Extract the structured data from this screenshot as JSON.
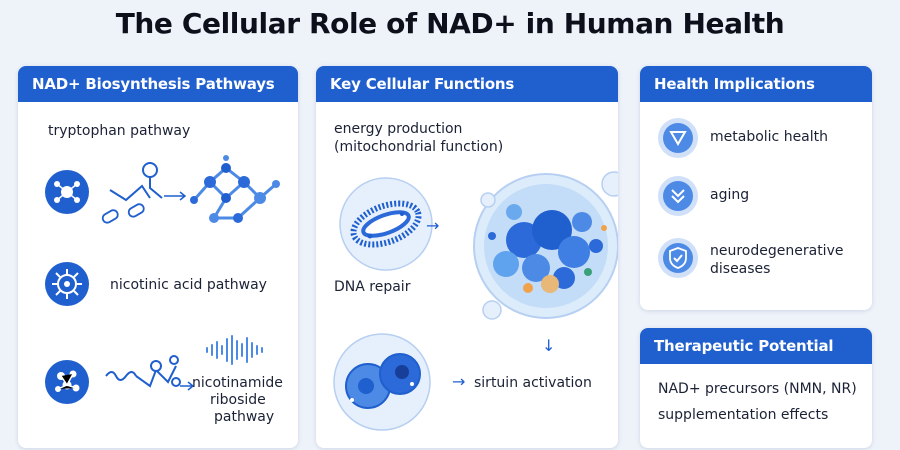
{
  "title": "The Cellular Role of NAD+ in Human Health",
  "biosynthesis": {
    "header": "NAD+ Biosynthesis Pathways",
    "tryptophan": "tryptophan pathway",
    "nicotinic": "nicotinic acid pathway",
    "nr_line1": "nicotinamide",
    "nr_line2": "riboside",
    "nr_line3": "pathway"
  },
  "functions": {
    "header": "Key Cellular Functions",
    "energy_line1": "energy production",
    "energy_line2": "(mitochondrial function)",
    "dna": "DNA repair",
    "sirtuin": "sirtuin activation",
    "arrow_right_1": "→",
    "arrow_right_2": "→",
    "arrow_down": "↓"
  },
  "health": {
    "header": "Health Implications",
    "items": [
      "metabolic health",
      "aging",
      "neurodegenerative",
      "diseases"
    ]
  },
  "therapeutic": {
    "header": "Therapeutic Potential",
    "line1": "NAD+ precursors (NMN, NR)",
    "line2": "supplementation effects"
  },
  "colors": {
    "accent": "#1f5fce",
    "background": "#eef2f9",
    "panel": "#ffffff"
  },
  "icons": [
    "molecule-network-icon",
    "atom-ring-icon",
    "molecule-cluster-icon",
    "shield-chevron-icon",
    "double-chevron-icon",
    "shield-check-icon"
  ]
}
